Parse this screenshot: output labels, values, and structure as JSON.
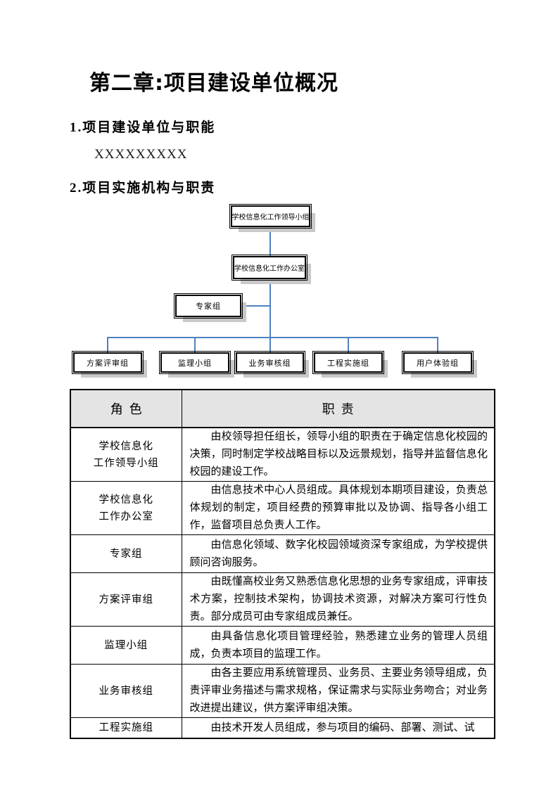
{
  "page": {
    "chapter_title": "第二章:项目建设单位概况",
    "section1_heading": "1.项目建设单位与职能",
    "section1_placeholder": "XXXXXXXXX",
    "section2_heading": "2.项目实施机构与职责"
  },
  "org_chart": {
    "line_color": "#4f81bd",
    "shadow_color": "#c9c9c9",
    "nodes": {
      "top": "学校信息化工作领导小组",
      "office": "学校信息化工作办公室",
      "experts": "专家组",
      "bottom": [
        "方案评审组",
        "监理小组",
        "业务审核组",
        "工程实施组",
        "用户体验组"
      ]
    }
  },
  "table": {
    "headers": [
      "角色",
      "职责"
    ],
    "header_bg": "#e4e4e4",
    "rows": [
      {
        "role": "学校信息化\n工作领导小组",
        "duty": "由校领导担任组长，领导小组的职责在于确定信息化校园的决策，同时制定学校战略目标以及远景规划，指导并监督信息化校园的建设工作。"
      },
      {
        "role": "学校信息化\n工作办公室",
        "duty": "由信息技术中心人员组成。具体规划本期项目建设，负责总体规划的制定，项目经费的预算审批以及协调、指导各小组工作，监督项目总负责人工作。"
      },
      {
        "role": "专家组",
        "duty": "由信息化领域、数字化校园领域资深专家组成，为学校提供顾问咨询服务。"
      },
      {
        "role": "方案评审组",
        "duty": "由既懂高校业务又熟悉信息化思想的业务专家组成，评审技术方案，控制技术架构，协调技术资源，对解决方案可行性负责。部分成员可由专家组成员兼任。"
      },
      {
        "role": "监理小组",
        "duty": "由具备信息化项目管理经验，熟悉建立业务的管理人员组成，负责本项目的监理工作。"
      },
      {
        "role": "业务审核组",
        "duty": "由各主要应用系统管理员、业务员、主要业务领导组成，负责评审业务描述与需求规格，保证需求与实际业务吻合；对业务改进提出建议，供方案评审组决策。"
      },
      {
        "role": "工程实施组",
        "duty": "由技术开发人员组成，参与项目的编码、部署、测试、试"
      }
    ]
  }
}
